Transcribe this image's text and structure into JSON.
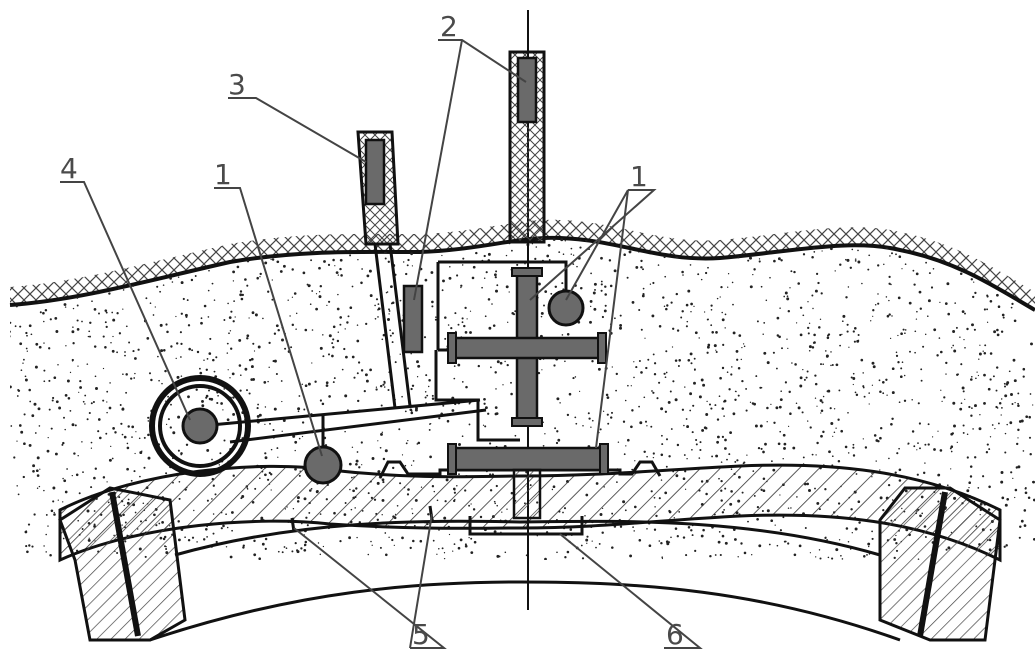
{
  "labels": {
    "l1a": "1",
    "l1b": "1",
    "l2": "2",
    "l3": "3",
    "l4": "4",
    "l5": "5",
    "l6": "6"
  }
}
